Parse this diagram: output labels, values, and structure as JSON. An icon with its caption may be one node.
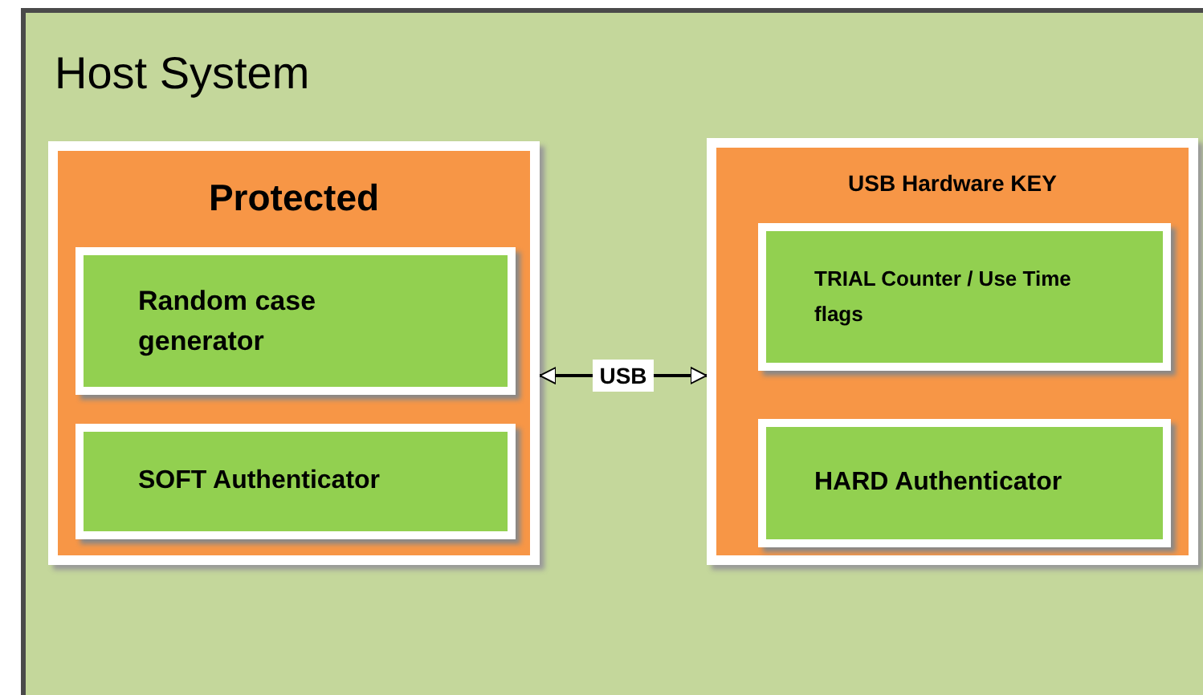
{
  "diagram": {
    "nodes": [
      {
        "text": [
          "Host System"
        ]
      },
      {
        "text": [
          "Protected"
        ],
        "in": 0
      },
      {
        "text": [
          "Random case generator"
        ],
        "in": 1
      },
      {
        "text": [
          "SOFT  Authenticator"
        ],
        "in": 1
      },
      {
        "text": [
          "USB Hardware KEY"
        ],
        "in": 0
      },
      {
        "text": [
          "TRIAL Counter / Use Time flags"
        ],
        "in": 4
      },
      {
        "text": [
          "HARD Authenticator"
        ],
        "in": 4
      }
    ],
    "edges": [
      {
        "from": 1,
        "to": 4,
        "arrow": "both",
        "label": "USB"
      }
    ]
  }
}
